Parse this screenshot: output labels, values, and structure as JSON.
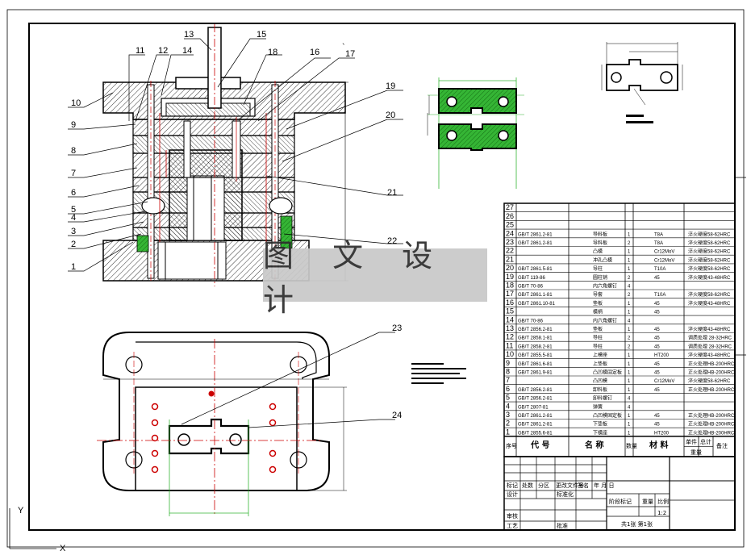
{
  "part_labels": [
    "1",
    "2",
    "3",
    "4",
    "5",
    "6",
    "7",
    "8",
    "9",
    "10",
    "11",
    "12",
    "13",
    "14",
    "15",
    "16",
    "17",
    "18",
    "19",
    "20",
    "21",
    "22",
    "23",
    "24"
  ],
  "part_label_17_prefix": "`",
  "axis_y": "Y",
  "axis_x": "X",
  "watermark": "图 文 设 计",
  "bom": {
    "rows": [
      {
        "no": "27",
        "code": "",
        "name": "",
        "qty": "",
        "material": "",
        "note": ""
      },
      {
        "no": "26",
        "code": "",
        "name": "",
        "qty": "",
        "material": "",
        "note": ""
      },
      {
        "no": "25",
        "code": "",
        "name": "",
        "qty": "",
        "material": "",
        "note": ""
      },
      {
        "no": "24",
        "code": "GB/T 2861.2-81",
        "name": "导料板",
        "qty": "1",
        "material": "T8A",
        "note": "淬火硬度58-62HRC"
      },
      {
        "no": "23",
        "code": "GB/T 2861.2-81",
        "name": "导料板",
        "qty": "2",
        "material": "T8A",
        "note": "淬火硬度58-62HRC"
      },
      {
        "no": "22",
        "code": "",
        "name": "凸模",
        "qty": "1",
        "material": "Cr12MoV",
        "note": "淬火硬度58-62HRC"
      },
      {
        "no": "21",
        "code": "",
        "name": "冲孔凸模",
        "qty": "1",
        "material": "Cr12MoV",
        "note": "淬火硬度58-62HRC"
      },
      {
        "no": "20",
        "code": "GB/T 2861.5-81",
        "name": "导柱",
        "qty": "1",
        "material": "T10A",
        "note": "淬火硬度58-62HRC"
      },
      {
        "no": "19",
        "code": "GB/T 119-86",
        "name": "圆柱销",
        "qty": "2",
        "material": "45",
        "note": "淬火硬度43-48HRC"
      },
      {
        "no": "18",
        "code": "GB/T 70-86",
        "name": "内六角螺钉",
        "qty": "4",
        "material": "",
        "note": ""
      },
      {
        "no": "17",
        "code": "GB/T 2861.1-81",
        "name": "导套",
        "qty": "2",
        "material": "T10A",
        "note": "淬火硬度58-62HRC"
      },
      {
        "no": "16",
        "code": "GB/T 2861.10-81",
        "name": "垫板",
        "qty": "1",
        "material": "45",
        "note": "淬火硬度43-48HRC"
      },
      {
        "no": "15",
        "code": "",
        "name": "模柄",
        "qty": "1",
        "material": "45",
        "note": ""
      },
      {
        "no": "14",
        "code": "GB/T 70-86",
        "name": "内六角螺钉",
        "qty": "4",
        "material": "",
        "note": ""
      },
      {
        "no": "13",
        "code": "GB/T 2856.2-81",
        "name": "垫板",
        "qty": "1",
        "material": "45",
        "note": "淬火硬度43-48HRC"
      },
      {
        "no": "12",
        "code": "GB/T 2858.1-81",
        "name": "导柱",
        "qty": "2",
        "material": "45",
        "note": "调质处理 28-32HRC"
      },
      {
        "no": "11",
        "code": "GB/T 2858.2-81",
        "name": "导柱",
        "qty": "2",
        "material": "45",
        "note": "调质处理 28-32HRC"
      },
      {
        "no": "10",
        "code": "GB/T 2855.5-81",
        "name": "上模座",
        "qty": "1",
        "material": "HT200",
        "note": "淬火硬度43-48HRC"
      },
      {
        "no": "9",
        "code": "GB/T 2861.6-81",
        "name": "上垫板",
        "qty": "1",
        "material": "45",
        "note": "正火处理HB-200HRC"
      },
      {
        "no": "8",
        "code": "GB/T 2861.9-81",
        "name": "凸凹模固定板",
        "qty": "1",
        "material": "45",
        "note": "正火处理HB-200HRC"
      },
      {
        "no": "7",
        "code": "",
        "name": "凸凹模",
        "qty": "1",
        "material": "Cr12MoV",
        "note": "淬火硬度58-62HRC"
      },
      {
        "no": "6",
        "code": "GB/T 2856.2-81",
        "name": "卸料板",
        "qty": "1",
        "material": "45",
        "note": "正火处理HB-200HRC"
      },
      {
        "no": "5",
        "code": "GB/T 2856.2-81",
        "name": "卸料螺钉",
        "qty": "4",
        "material": "",
        "note": ""
      },
      {
        "no": "4",
        "code": "GB/T 2807-81",
        "name": "弹簧",
        "qty": "4",
        "material": "",
        "note": ""
      },
      {
        "no": "3",
        "code": "GB/T 2861.2-81",
        "name": "凸凹模固定板",
        "qty": "1",
        "material": "45",
        "note": "正火处理HB-200HRC"
      },
      {
        "no": "2",
        "code": "GB/T 2861.2-81",
        "name": "下垫板",
        "qty": "1",
        "material": "45",
        "note": "正火处理HB-200HRC"
      },
      {
        "no": "1",
        "code": "GB/T 2855.6-81",
        "name": "下模座",
        "qty": "1",
        "material": "HT200",
        "note": "正火处理HB-200HRC"
      }
    ],
    "header": {
      "no": "序号",
      "code": "代 号",
      "name": "名 称",
      "qty": "数量",
      "material": "材 料",
      "unit_weight": "单件",
      "total_weight": "总计",
      "weight": "重量",
      "note": "备注"
    }
  },
  "title_block": {
    "mark": "标记",
    "count": "处数",
    "zone": "分区",
    "change_doc": "更改文件号",
    "signature": "签名",
    "date": "年 月 日",
    "design": "设计",
    "standardize": "标准化",
    "review": "审核",
    "process": "工艺",
    "approve": "批准",
    "stage_mark": "阶段标记",
    "weight": "重量",
    "scale": "比例",
    "scale_value": "1:2",
    "sheets": "共1张 第1张"
  }
}
